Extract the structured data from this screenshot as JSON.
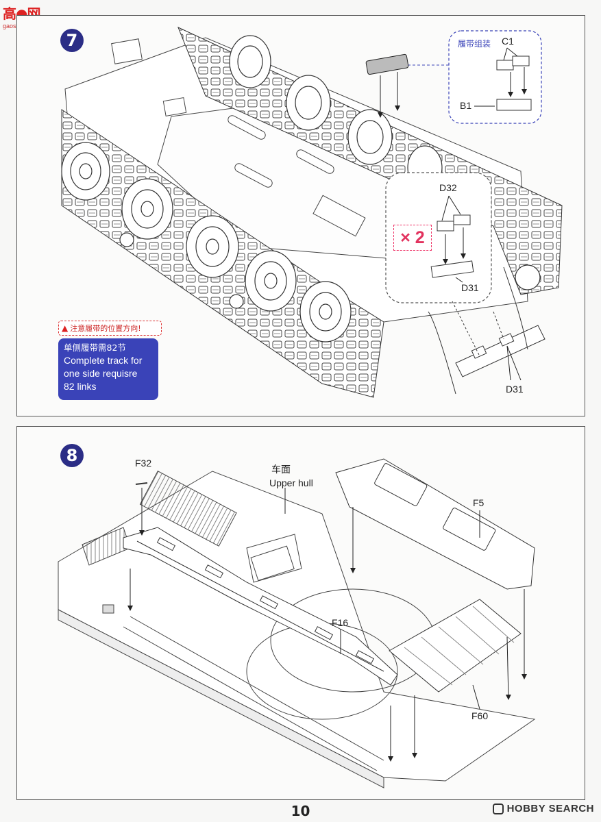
{
  "watermark_top": {
    "text": "高●网",
    "sub": "gaoshan.com"
  },
  "step7": {
    "number": "7",
    "inset_track": {
      "title": "履带组装",
      "part_top": "C1",
      "part_bottom": "B1"
    },
    "inset_links": {
      "part_top": "D32",
      "part_bottom": "D31",
      "multiplier": "× 2"
    },
    "loose_part": "D31",
    "warning": "注意履带的位置方向!",
    "info": {
      "cn": "单侧履带需82节",
      "en_lines": [
        "Complete track for",
        "one side requisre",
        "82 links"
      ]
    }
  },
  "step8": {
    "number": "8",
    "labels": {
      "f32": "F32",
      "hull_cn": "车面",
      "hull_en": "Upper hull",
      "f5": "F5",
      "f16": "F16",
      "f60": "F60"
    }
  },
  "page_number": "10",
  "watermark_bottom": "HOBBY SEARCH"
}
